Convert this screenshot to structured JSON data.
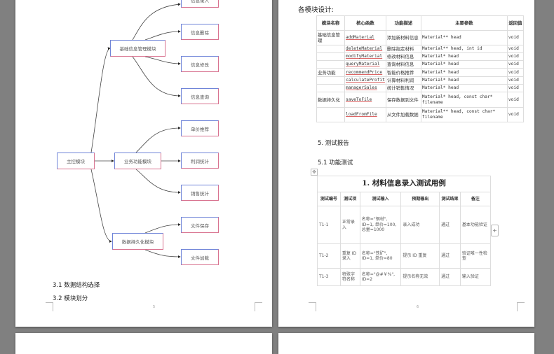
{
  "left_page": {
    "diagram": {
      "root": "主控模块",
      "modules": [
        {
          "label": "基础信息管理模块",
          "children": [
            "信息录入",
            "信息删除",
            "信息修改",
            "信息查询"
          ]
        },
        {
          "label": "业务功能模块",
          "children": [
            "单价推荐",
            "利润统计",
            "销售统计"
          ]
        },
        {
          "label": "数据持久化模块",
          "children": [
            "文件保存",
            "文件加载"
          ]
        }
      ]
    },
    "heading_3_1": "3.1 数据结构选择",
    "heading_3_2": "3.2 模块划分",
    "page_number": "5"
  },
  "right_page": {
    "design_heading": "各模块设计:",
    "module_table": {
      "headers": [
        "模块名称",
        "核心函数",
        "功能描述",
        "主要参数",
        "返回值"
      ],
      "rows": [
        [
          "基础信息管理",
          "addMaterial",
          "添加新材料信息",
          "Material** head",
          "void"
        ],
        [
          "",
          "deleteMaterial",
          "删除指定材料",
          "Material** head, int id",
          "void"
        ],
        [
          "",
          "modifyMaterial",
          "修改材料信息",
          "Material* head",
          "void"
        ],
        [
          "",
          "queryMaterial",
          "查询材料信息",
          "Material* head",
          "void"
        ],
        [
          "业务功能",
          "recommendPrice",
          "智能价格推荐",
          "Material* head",
          "void"
        ],
        [
          "",
          "calculateProfit",
          "计算材料利润",
          "Material* head",
          "void"
        ],
        [
          "",
          "managerSales",
          "统计销售情况",
          "Material* head",
          "void"
        ],
        [
          "数据持久化",
          "saveToFile",
          "保存数据到文件",
          "Material* head, const char* filename",
          "void"
        ],
        [
          "",
          "loadFromFile",
          "从文件加载数据",
          "Material** head, const char* filename",
          "void"
        ]
      ]
    },
    "section_5": "5. 测试报告",
    "section_5_1": "5.1 功能测试",
    "test_table": {
      "title": "1. 材料信息录入测试用例",
      "headers": [
        "测试编号",
        "测试项",
        "测试输入",
        "预期输出",
        "测试结果",
        "备注"
      ],
      "rows": [
        [
          "T1-1",
          "正常录入",
          "名称=\"钢材\", ID=1, 单价=100, 总量=1000",
          "录入成功",
          "通过",
          "基本功能验证"
        ],
        [
          "T1-2",
          "重复 ID 录入",
          "名称=\"铁矿\", ID=1, 单价=80",
          "提示 ID 重复",
          "通过",
          "验证唯一性检查"
        ],
        [
          "T1-3",
          "特殊字符名称",
          "名称=\"@#￥%\", ID=2",
          "提示名称无效",
          "通过",
          "输入验证"
        ]
      ]
    },
    "page_number": "6"
  }
}
